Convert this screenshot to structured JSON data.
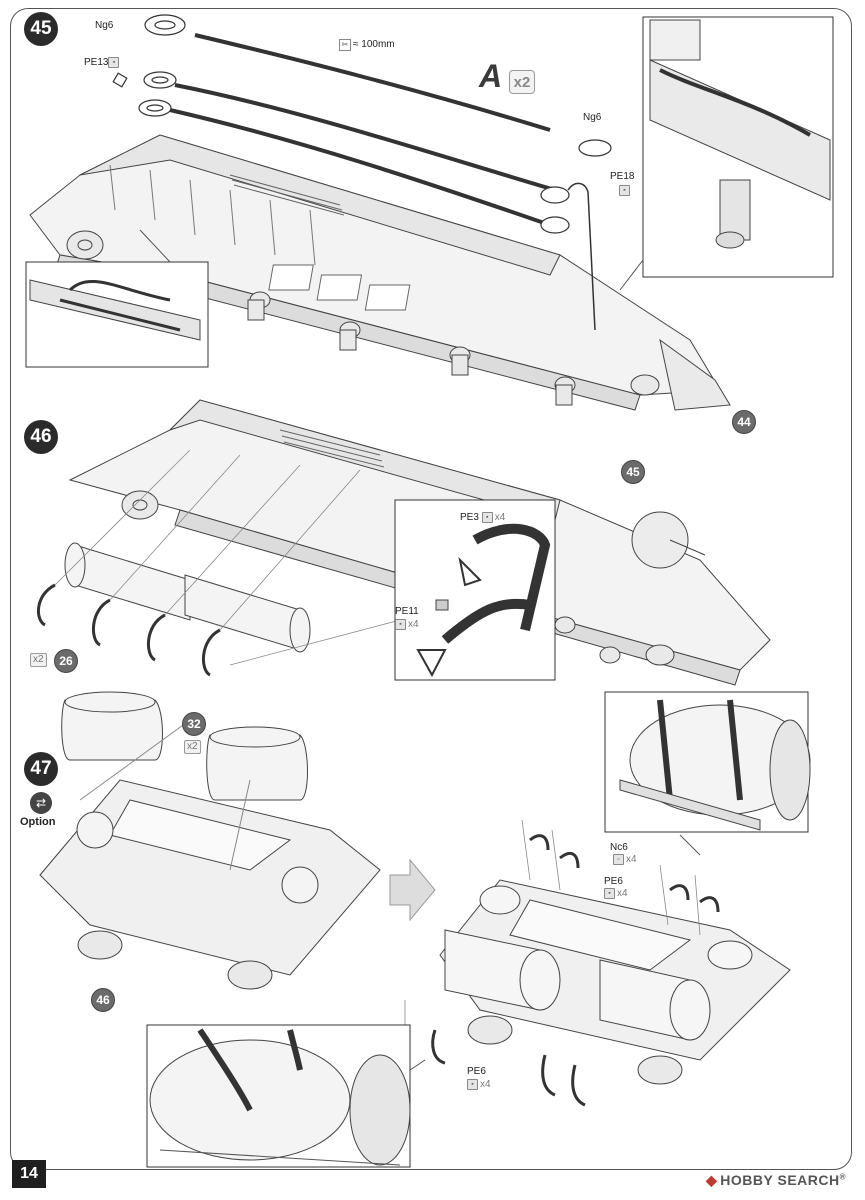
{
  "page": {
    "number": "14"
  },
  "watermark": {
    "icon": "hobby-search-logo-icon",
    "text": "HOBBY SEARCH",
    "registered": "®"
  },
  "steps": [
    {
      "number": "45"
    },
    {
      "number": "46"
    },
    {
      "number": "47",
      "option_label": "Option",
      "option_icon": "swap-option-icon"
    }
  ],
  "step45": {
    "cable_set_letter": "A",
    "cable_set_multiplier": "x2",
    "cable_length": "≈ 100mm",
    "labels": {
      "ng6_top": "Ng6",
      "ng6_right": "Ng6",
      "pe13": "PE13",
      "pe18": "PE18"
    },
    "callout_44": "44"
  },
  "step46": {
    "labels": {
      "pe3": "PE3",
      "pe3_mult": "x4",
      "pe11": "PE11",
      "pe11_mult": "x4"
    },
    "callout_45": "45",
    "callout_26": "26",
    "part26_mult": "x2"
  },
  "step47": {
    "callout_32": "32",
    "part32_mult": "x2",
    "callout_46": "46",
    "labels": {
      "nc6": "Nc6",
      "nc6_mult": "x4",
      "pe6_top": "PE6",
      "pe6_top_mult": "x4",
      "pe6_bottom": "PE6",
      "pe6_bottom_mult": "x4"
    }
  }
}
